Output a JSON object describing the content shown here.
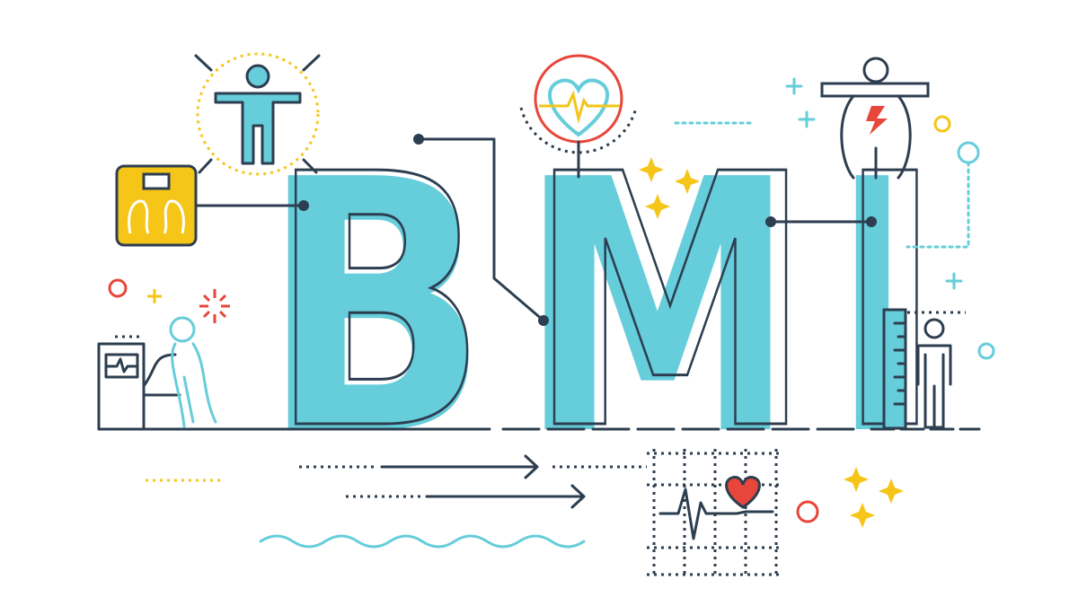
{
  "illustration": {
    "word": "BMI",
    "letters": [
      "B",
      "M",
      "I"
    ],
    "colors": {
      "primary_cyan": "#66cdda",
      "outline_navy": "#2d3e50",
      "accent_yellow": "#f5c518",
      "accent_red": "#e8463a"
    },
    "icons": [
      "vitruvian-man-icon",
      "bathroom-scale-icon",
      "heart-pulse-icon",
      "overweight-person-icon",
      "treadmill-walker-icon",
      "height-ruler-person-icon",
      "ecg-heart-chart-icon",
      "arrow-right-icon",
      "sparkle-icon"
    ]
  }
}
